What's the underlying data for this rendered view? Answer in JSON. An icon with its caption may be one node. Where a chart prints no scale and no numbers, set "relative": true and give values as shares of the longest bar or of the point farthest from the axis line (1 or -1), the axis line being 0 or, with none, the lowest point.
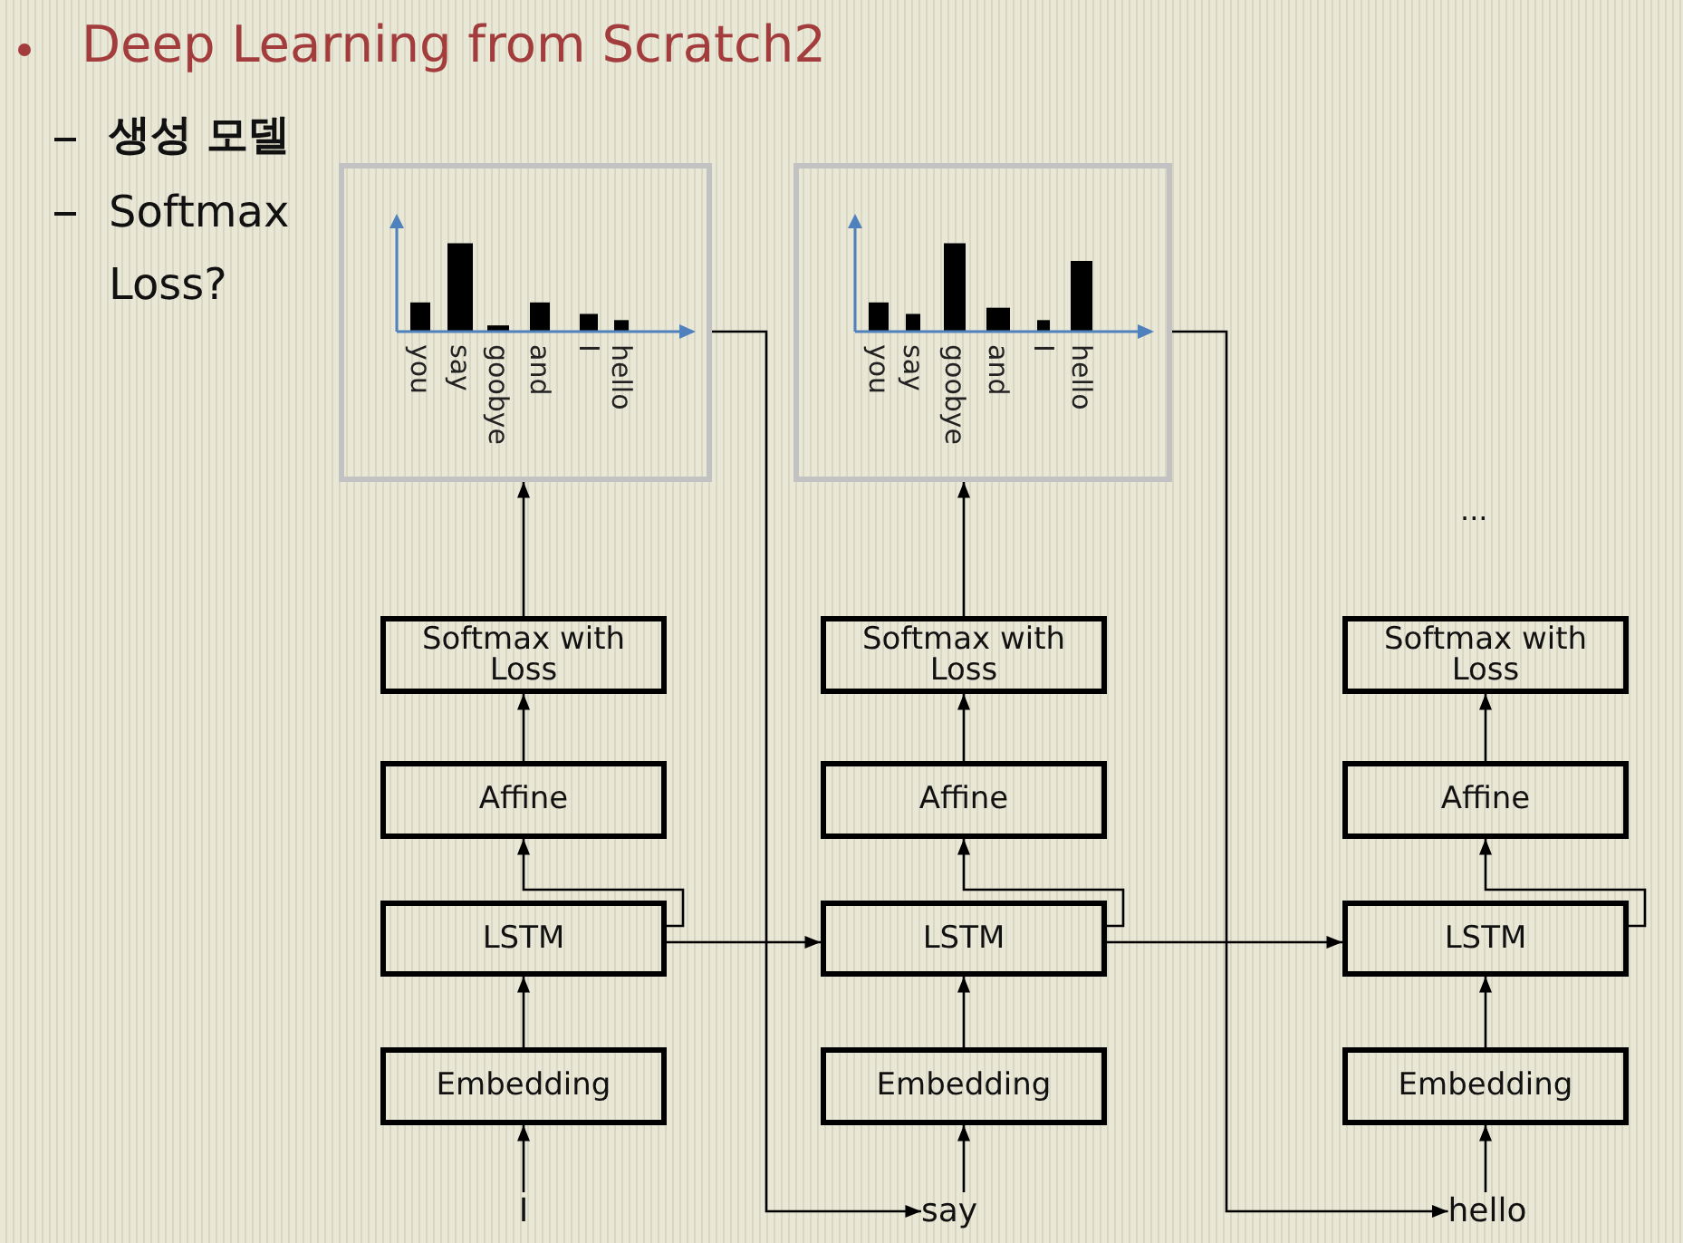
{
  "diagram": {
    "title": "Deep Learning from Scratch2",
    "nodes": [
      {
        "text": [],
        "shape": "box"
      },
      {
        "text": [],
        "shape": "box"
      },
      {
        "text": [
          "Softmax with Loss"
        ]
      },
      {
        "text": [
          "Affine"
        ]
      },
      {
        "text": [
          "LSTM"
        ]
      },
      {
        "text": [
          "Embedding"
        ]
      },
      {
        "text": [
          "I"
        ]
      },
      {
        "text": [
          "Softmax with Loss"
        ]
      },
      {
        "text": [
          "Affine"
        ]
      },
      {
        "text": [
          "LSTM"
        ]
      },
      {
        "text": [
          "Embedding"
        ]
      },
      {
        "text": [
          "say"
        ]
      },
      {
        "text": [
          "Softmax with Loss"
        ]
      },
      {
        "text": [
          "Affine"
        ]
      },
      {
        "text": [
          "LSTM"
        ]
      },
      {
        "text": [
          "Embedding"
        ]
      },
      {
        "text": [
          "hello"
        ]
      }
    ],
    "edges": [
      {
        "from": 6,
        "to": 5,
        "arrow": "to"
      },
      {
        "from": 5,
        "to": 4,
        "arrow": "to"
      },
      {
        "from": 4,
        "to": 3,
        "arrow": "to"
      },
      {
        "from": 3,
        "to": 2,
        "arrow": "to"
      },
      {
        "from": 2,
        "to": 0,
        "arrow": "to"
      },
      {
        "from": 4,
        "to": 9,
        "arrow": "to"
      },
      {
        "from": 0,
        "to": 11,
        "arrow": "to"
      },
      {
        "from": 11,
        "to": 10,
        "arrow": "to"
      },
      {
        "from": 10,
        "to": 9,
        "arrow": "to"
      },
      {
        "from": 9,
        "to": 8,
        "arrow": "to"
      },
      {
        "from": 8,
        "to": 7,
        "arrow": "to"
      },
      {
        "from": 7,
        "to": 1,
        "arrow": "to"
      },
      {
        "from": 9,
        "to": 14,
        "arrow": "to"
      },
      {
        "from": 1,
        "to": 16,
        "arrow": "to"
      },
      {
        "from": 16,
        "to": 15,
        "arrow": "to"
      },
      {
        "from": 15,
        "to": 14,
        "arrow": "to"
      },
      {
        "from": 14,
        "to": 13,
        "arrow": "to"
      },
      {
        "from": 13,
        "to": 12,
        "arrow": "to"
      }
    ],
    "labels": [
      "생성 모델",
      "Softmax Loss?",
      "..."
    ],
    "chart_data": [
      {
        "type": "bar",
        "categories": [
          "you",
          "say",
          "goobye",
          "and",
          "I",
          "hello"
        ],
        "values": [
          0.33,
          1,
          0.07,
          0.33,
          0.2,
          0.13
        ],
        "relative": true
      },
      {
        "type": "bar",
        "categories": [
          "you",
          "say",
          "goobye",
          "and",
          "I",
          "hello"
        ],
        "values": [
          0.33,
          0.2,
          1,
          0.27,
          0.13,
          0.8
        ],
        "relative": true
      }
    ]
  }
}
